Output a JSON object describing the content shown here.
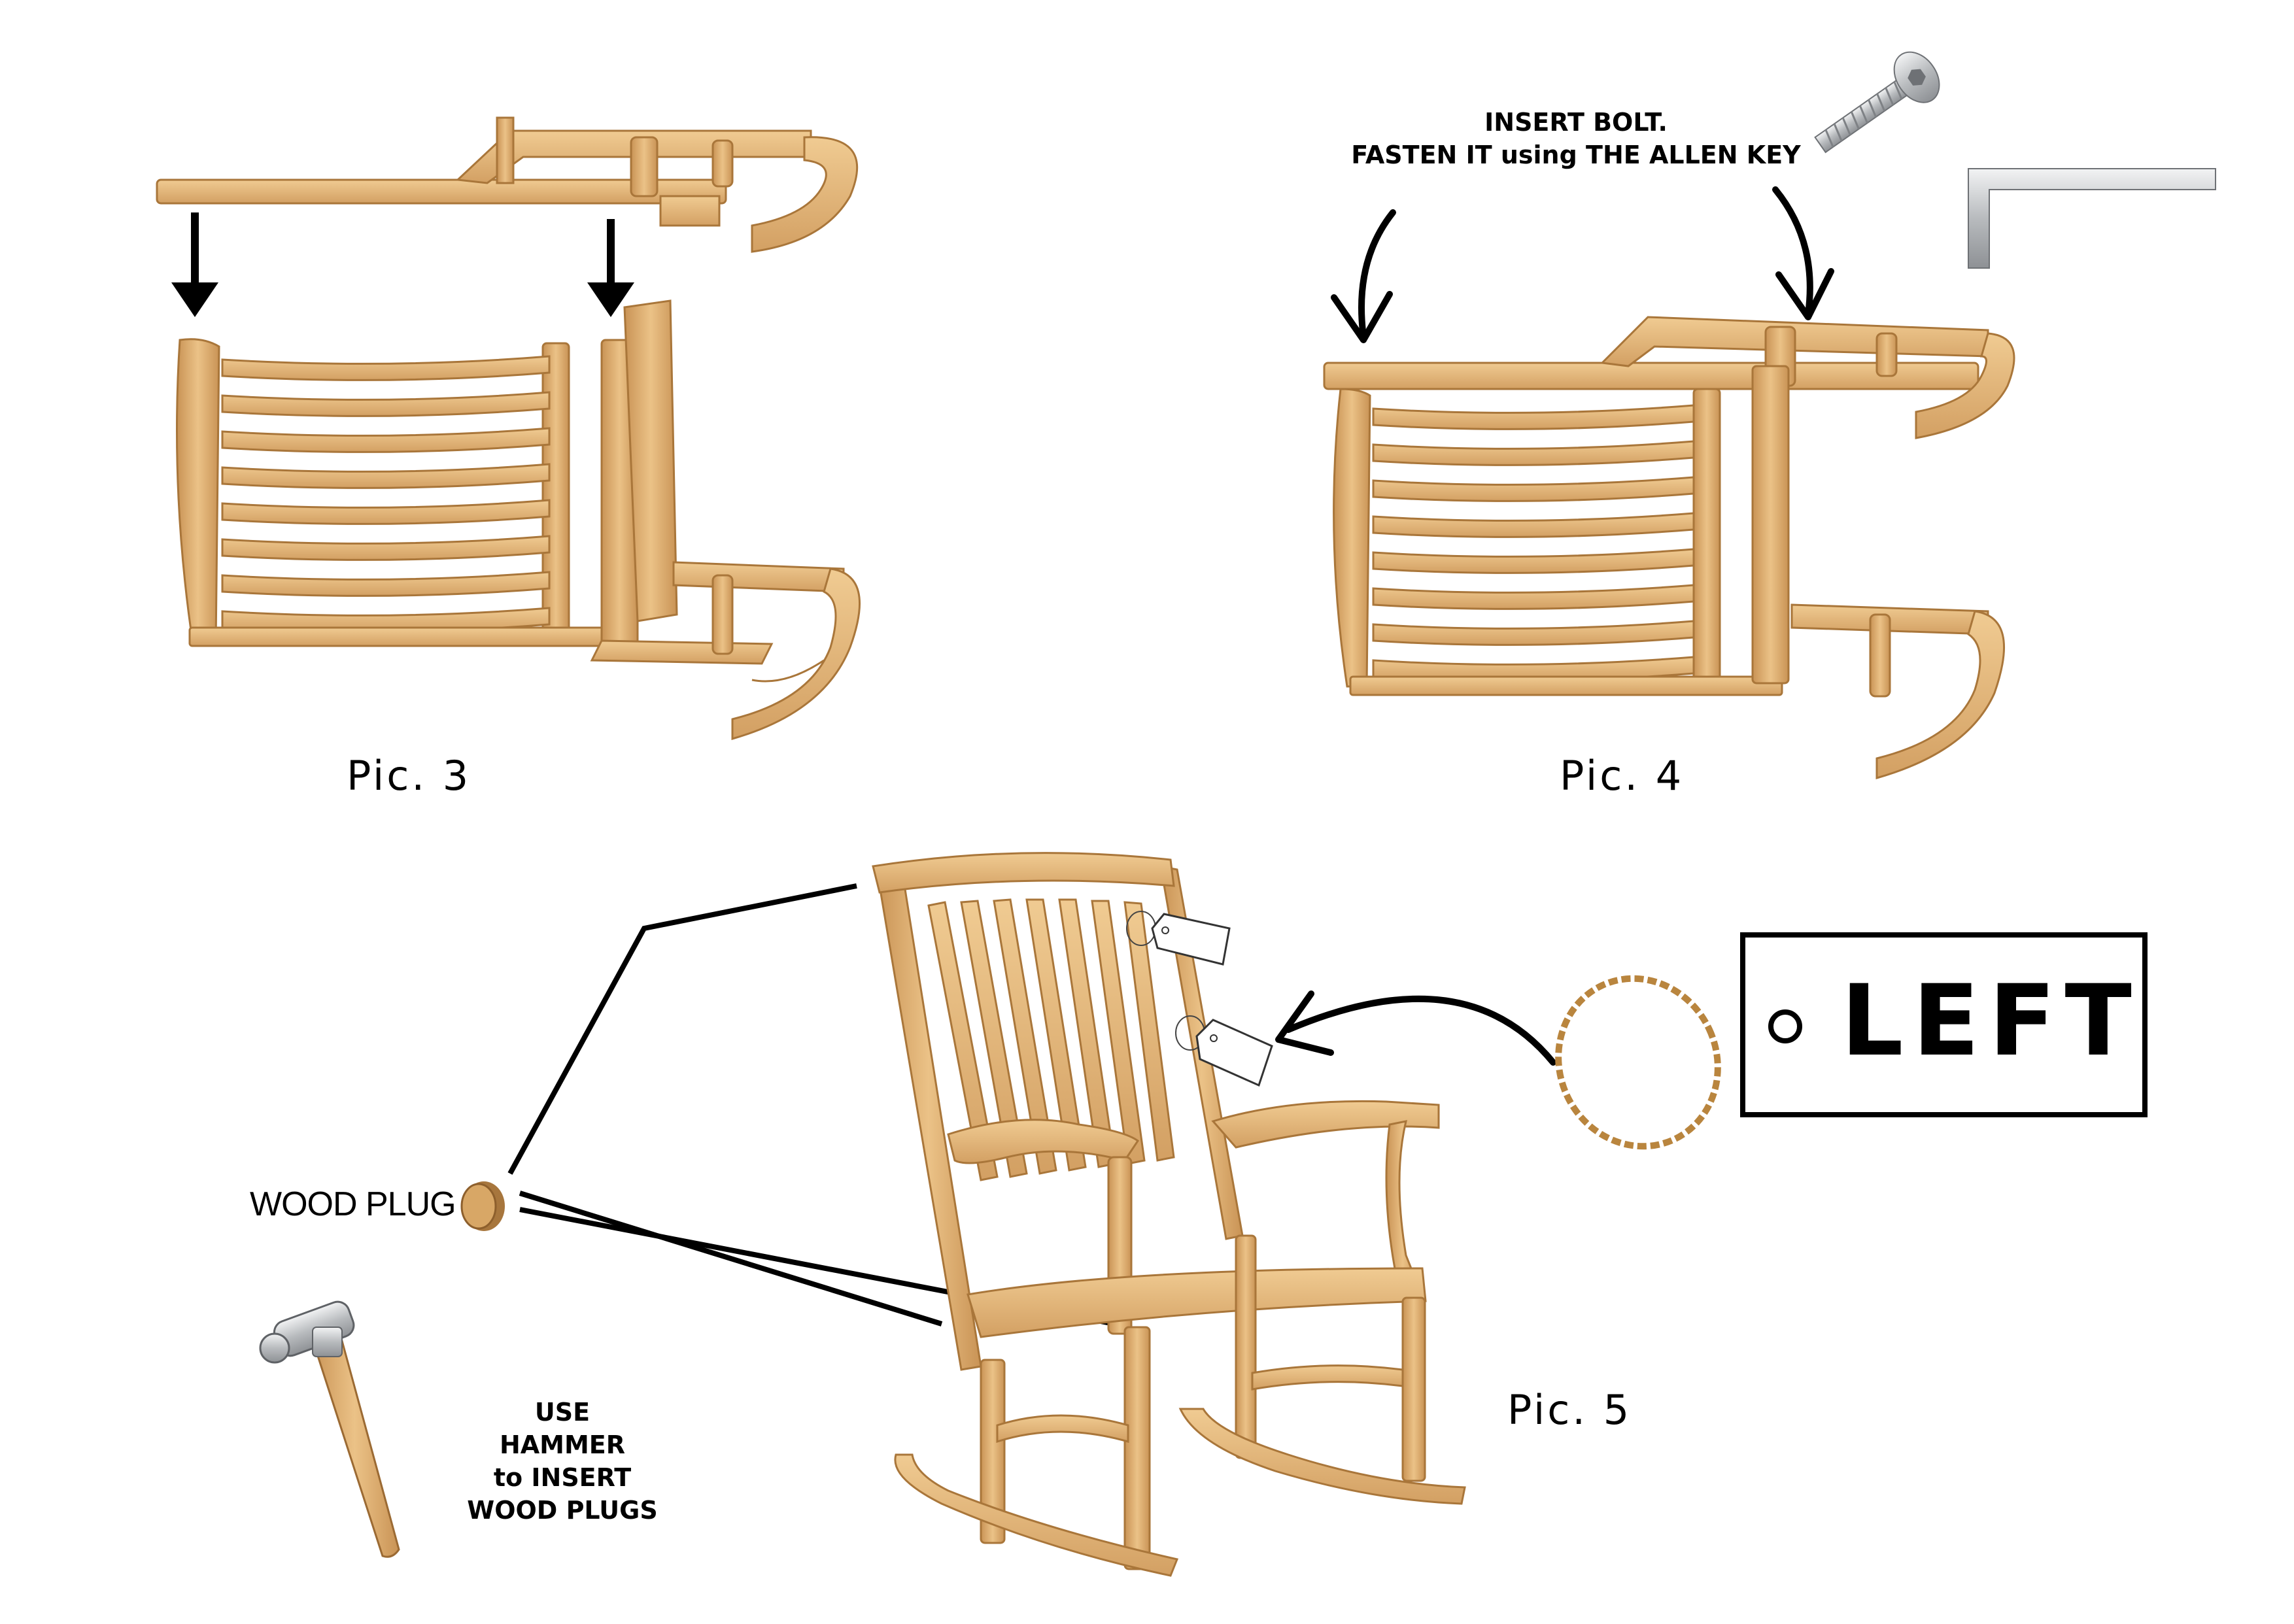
{
  "pictures": {
    "pic3": {
      "caption": "Pic. 3"
    },
    "pic4": {
      "caption": "Pic. 4",
      "instruction_line1": "INSERT BOLT.",
      "instruction_line2": "FASTEN IT using THE ALLEN KEY"
    },
    "pic5": {
      "caption": "Pic. 5",
      "wood_plug_label": "WOOD PLUG",
      "hammer_line1": "USE",
      "hammer_line2": "HAMMER",
      "hammer_line3": "to INSERT",
      "hammer_line4": "WOOD PLUGS",
      "tag_text": "LEFT"
    }
  },
  "colors": {
    "wood": "#E3B577",
    "wood_dark": "#B98645",
    "wood_light": "#F1CE98",
    "metal": "#C7CACD",
    "ink": "#000000",
    "rope": "#B9853E"
  },
  "icons": [
    "down-arrow-icon",
    "curved-arrow-icon",
    "bolt-icon",
    "allen-key-icon",
    "hammer-icon",
    "wood-plug-icon",
    "hang-tag-icon"
  ]
}
